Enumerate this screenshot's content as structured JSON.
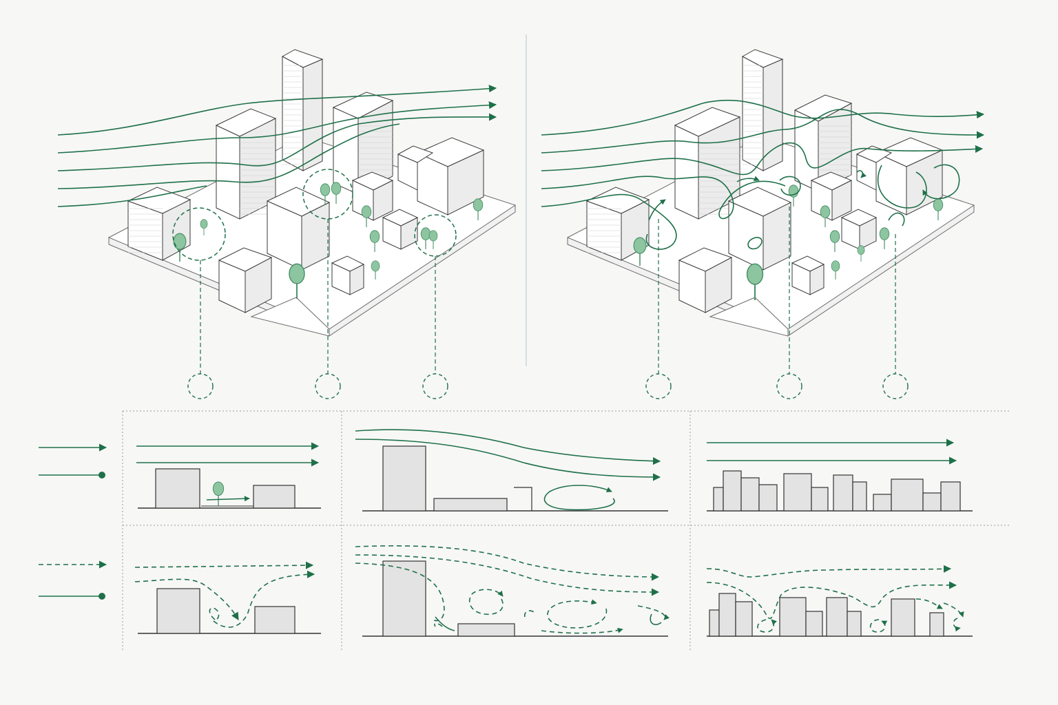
{
  "colors": {
    "wind": "#1e7048",
    "tree_fill": "#8cc5a0",
    "tree_stroke": "#3e8a5e",
    "building_stroke": "#3a3a3a",
    "section_fill": "#e3e3e3",
    "background": "#f7f7f6"
  },
  "panels": {
    "left_axon": {
      "condition": "smooth-flow",
      "callout_count": 3
    },
    "right_axon": {
      "condition": "turbulent-flow",
      "callout_count": 3
    }
  },
  "legend": {
    "rows": [
      {
        "line_style": "solid",
        "markers": [
          "arrow",
          "dot"
        ]
      },
      {
        "line_style": "dashed",
        "markers": [
          "arrow",
          "dot"
        ]
      }
    ]
  },
  "sections": {
    "rows": 2,
    "columns": 3,
    "cells": [
      {
        "row": 1,
        "col": 1,
        "flow": "laminar",
        "feature": "tree-gap"
      },
      {
        "row": 1,
        "col": 2,
        "flow": "laminar",
        "feature": "tall-tower-with-wake"
      },
      {
        "row": 1,
        "col": 3,
        "flow": "laminar",
        "feature": "low-rise-cluster"
      },
      {
        "row": 2,
        "col": 1,
        "flow": "turbulent",
        "feature": "canyon-vortex"
      },
      {
        "row": 2,
        "col": 2,
        "flow": "turbulent",
        "feature": "tower-wake-eddies"
      },
      {
        "row": 2,
        "col": 3,
        "flow": "turbulent",
        "feature": "multiple-canyon-eddies"
      }
    ]
  }
}
